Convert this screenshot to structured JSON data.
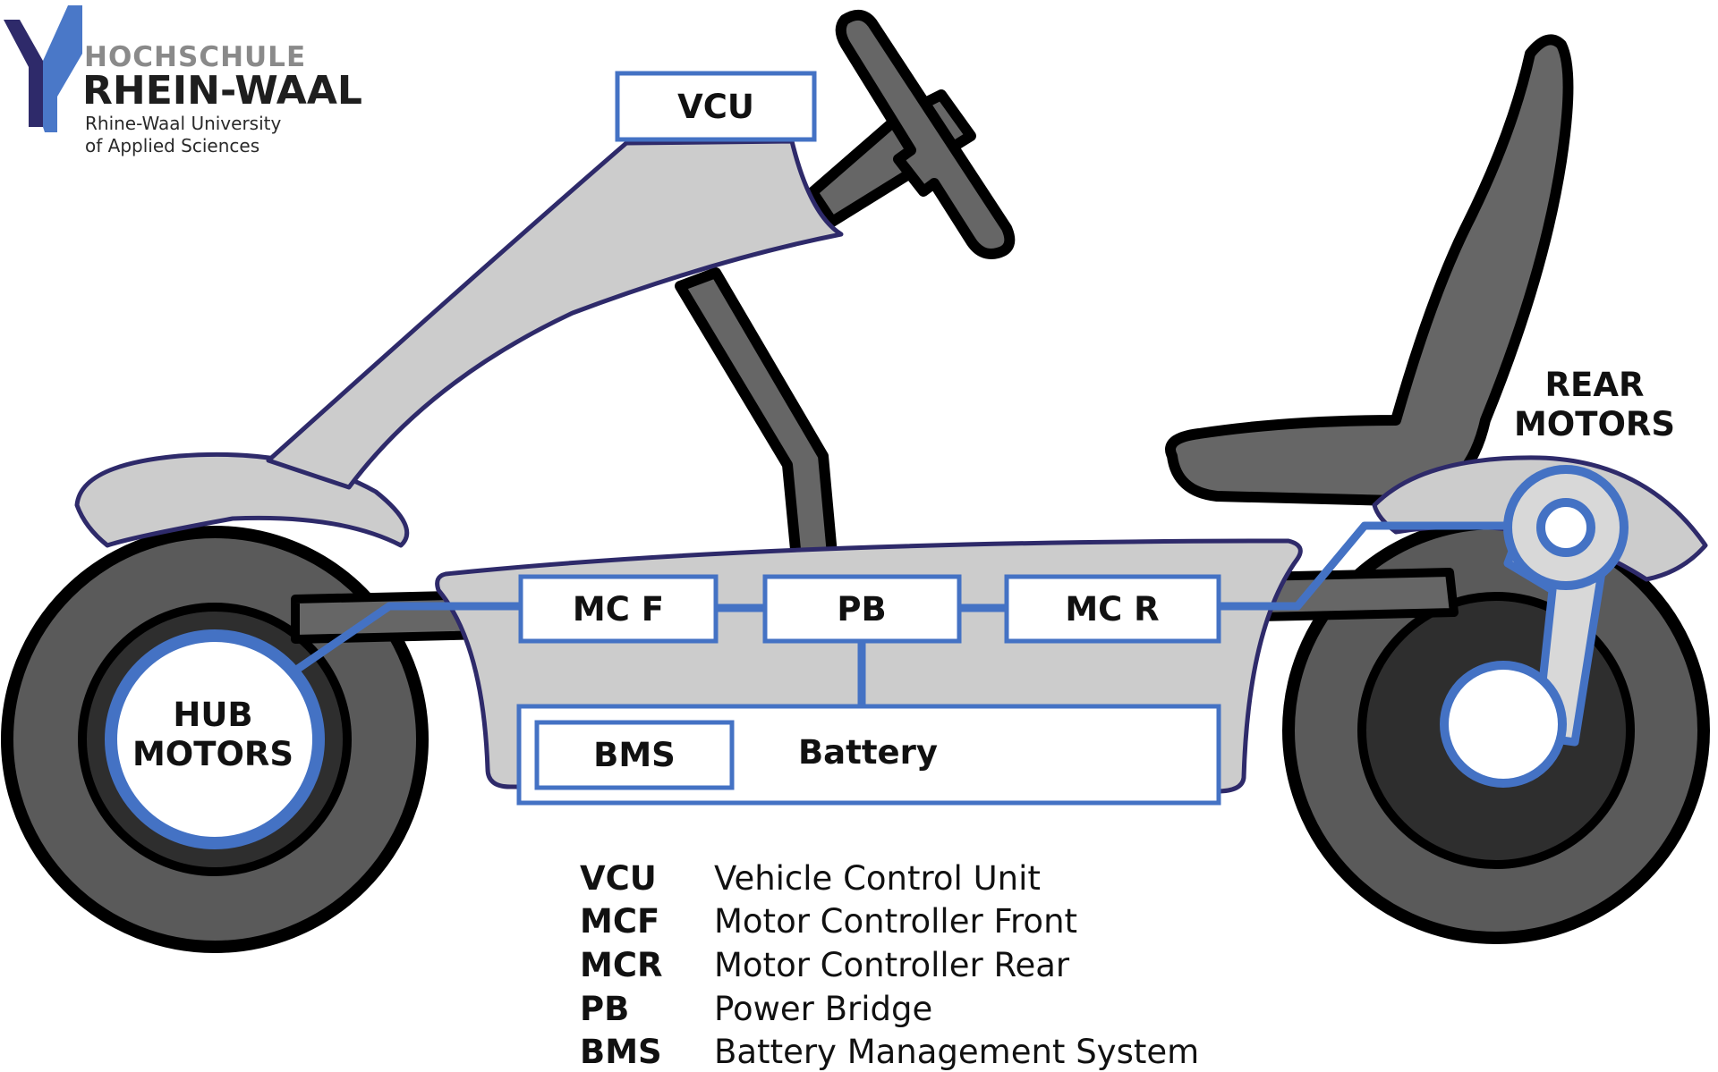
{
  "logo": {
    "line1": "HOCHSCHULE",
    "line2": "RHEIN-WAAL",
    "line3": "Rhine-Waal University",
    "line4": "of Applied Sciences"
  },
  "components": {
    "vcu": "VCU",
    "mcf": "MC F",
    "pb": "PB",
    "mcr": "MC R",
    "bms": "BMS",
    "battery": "Battery"
  },
  "labels": {
    "hub_line1": "HUB",
    "hub_line2": "MOTORS",
    "rear_line1": "REAR",
    "rear_line2": "MOTORS"
  },
  "legend": [
    {
      "abbr": "VCU",
      "full": "Vehicle Control Unit"
    },
    {
      "abbr": "MCF",
      "full": "Motor Controller Front"
    },
    {
      "abbr": "MCR",
      "full": "Motor Controller Rear"
    },
    {
      "abbr": "PB",
      "full": "Power Bridge"
    },
    {
      "abbr": "BMS",
      "full": "Battery Management System"
    }
  ],
  "colors": {
    "accent_blue": "#4472c4",
    "body_gray": "#cccccc",
    "seat_gray": "#666666",
    "tire_gray": "#5a5a5a",
    "outline_navy": "#2e2a6a"
  }
}
